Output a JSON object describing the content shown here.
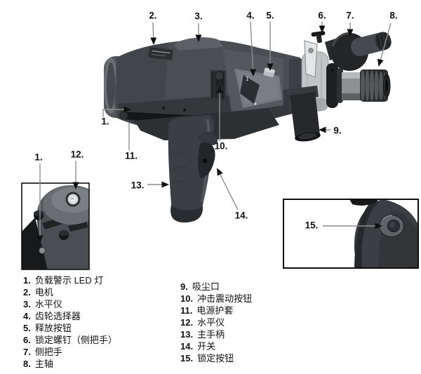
{
  "figure": {
    "gear_panel_mark": "1"
  },
  "callouts": {
    "c1": "1.",
    "c2": "2.",
    "c3": "3.",
    "c4": "4.",
    "c5": "5.",
    "c6": "6.",
    "c7": "7.",
    "c8": "8.",
    "c9": "9.",
    "c10": "10.",
    "c11": "11.",
    "c12": "12.",
    "c13": "13.",
    "c14": "14.",
    "c15": "15."
  },
  "legend": {
    "left": [
      {
        "num": "1.",
        "text": "负载警示 LED 灯"
      },
      {
        "num": "2.",
        "text": "电机"
      },
      {
        "num": "3.",
        "text": "水平仪"
      },
      {
        "num": "4.",
        "text": "齿轮选择器"
      },
      {
        "num": "5.",
        "text": "释放按钮"
      },
      {
        "num": "6.",
        "text": "锁定螺钉（侧把手）"
      },
      {
        "num": "7.",
        "text": "侧把手"
      },
      {
        "num": "8.",
        "text": "主轴"
      }
    ],
    "right": [
      {
        "num": "9.",
        "text": "吸尘口"
      },
      {
        "num": "10.",
        "text": "冲击震动按钮"
      },
      {
        "num": "11.",
        "text": "电源护套"
      },
      {
        "num": "12.",
        "text": "水平仪"
      },
      {
        "num": "13.",
        "text": "主手柄"
      },
      {
        "num": "14.",
        "text": "开关"
      },
      {
        "num": "15.",
        "text": "锁定按钮"
      }
    ]
  },
  "colors": {
    "background": "#ffffff",
    "body_gray": "#4a4e52",
    "dark_parts": "#232527",
    "collar_gray": "#c2c5c7",
    "leader_line": "#8d8d8d",
    "arrowhead": "#101010",
    "text": "#111111"
  }
}
